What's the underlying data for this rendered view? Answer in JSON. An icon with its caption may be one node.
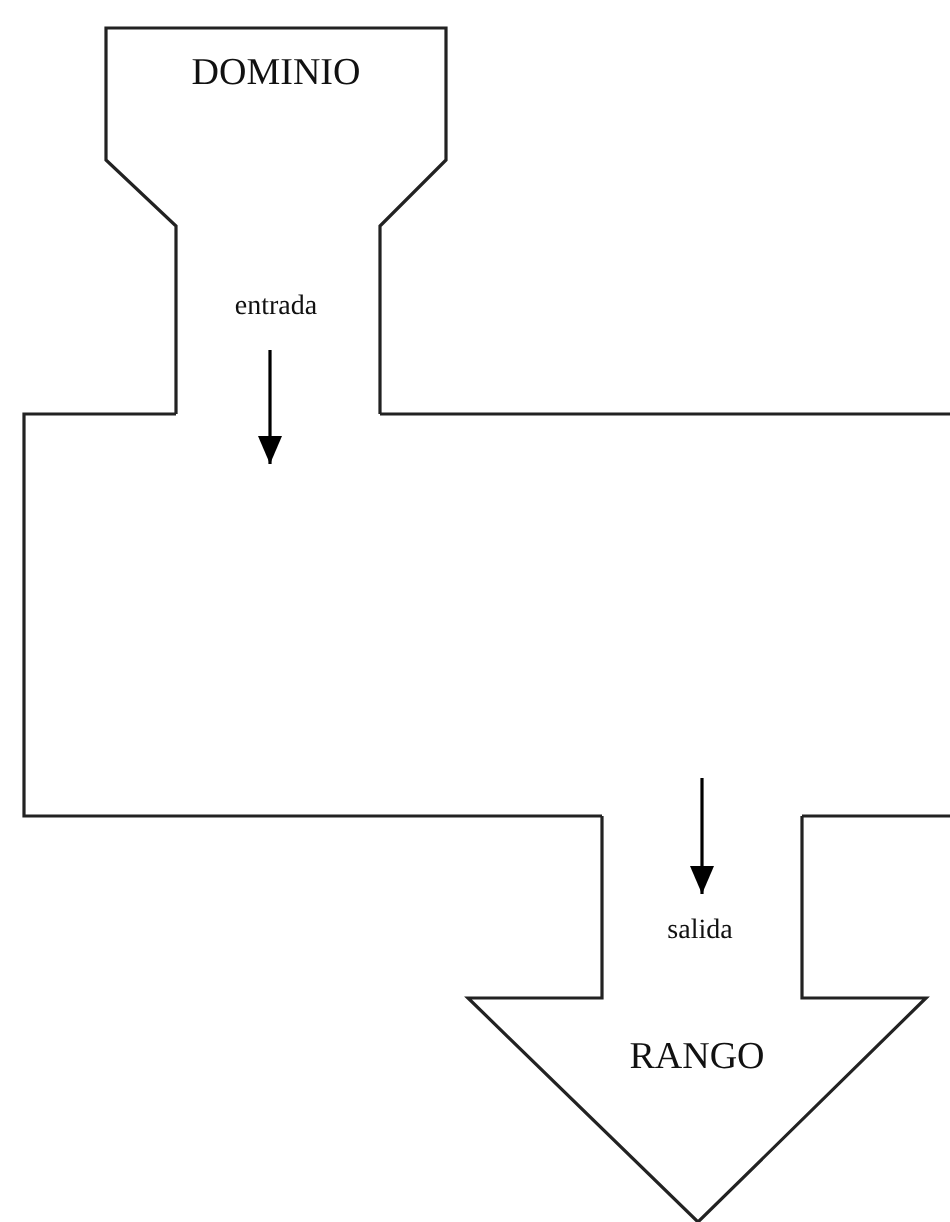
{
  "diagram": {
    "nodes": [
      {
        "text": [
          "DOMINIO"
        ]
      },
      {
        "text": [],
        "shape": "box"
      },
      {
        "text": [
          "RANGO"
        ]
      }
    ],
    "edges": [
      {
        "from": 0,
        "to": 1,
        "arrow": "to",
        "label": "entrada"
      },
      {
        "from": 1,
        "to": 2,
        "arrow": "to",
        "label": "salida"
      }
    ]
  }
}
